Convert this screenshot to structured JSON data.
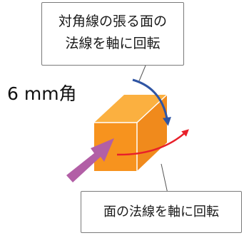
{
  "callouts": {
    "top": {
      "line1": "対角線の張る面の",
      "line2": "法線を軸に回転"
    },
    "bottom": {
      "text": "面の法線を軸に回転"
    }
  },
  "size_label": "6 mm角",
  "colors": {
    "cube_front": "#F7931E",
    "cube_top": "#FBB040",
    "cube_side": "#F08A1C",
    "cube_edge": "#FFFFFF",
    "blue_arrow": "#2F55A4",
    "red_arrow": "#E8202A",
    "purple_arrow": "#B25FA6",
    "leader_line": "#555555"
  }
}
